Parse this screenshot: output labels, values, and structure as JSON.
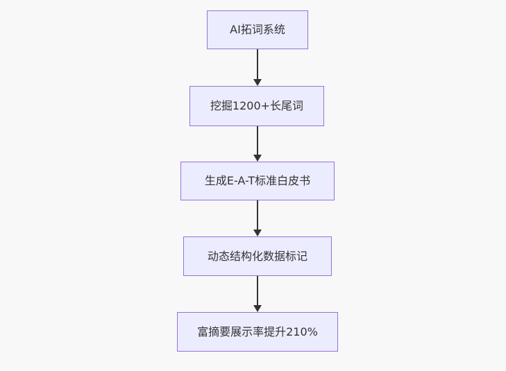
{
  "diagram": {
    "type": "flowchart",
    "direction": "top-down",
    "nodes": [
      {
        "id": "n1",
        "label": "AI拓词系统"
      },
      {
        "id": "n2",
        "label": "挖掘1200+长尾词"
      },
      {
        "id": "n3",
        "label": "生成E-A-T标准白皮书"
      },
      {
        "id": "n4",
        "label": "动态结构化数据标记"
      },
      {
        "id": "n5",
        "label": "富摘要展示率提升210%"
      }
    ],
    "edges": [
      {
        "from": "AI拓词系统",
        "to": "挖掘1200+长尾词"
      },
      {
        "from": "挖掘1200+长尾词",
        "to": "生成E-A-T标准白皮书"
      },
      {
        "from": "生成E-A-T标准白皮书",
        "to": "动态结构化数据标记"
      },
      {
        "from": "动态结构化数据标记",
        "to": "富摘要展示率提升210%"
      }
    ],
    "colors": {
      "background": "#f8f8f8",
      "node_fill": "#ECECFF",
      "node_border": "#9370DB",
      "arrow": "#333333",
      "text": "#333333"
    }
  }
}
